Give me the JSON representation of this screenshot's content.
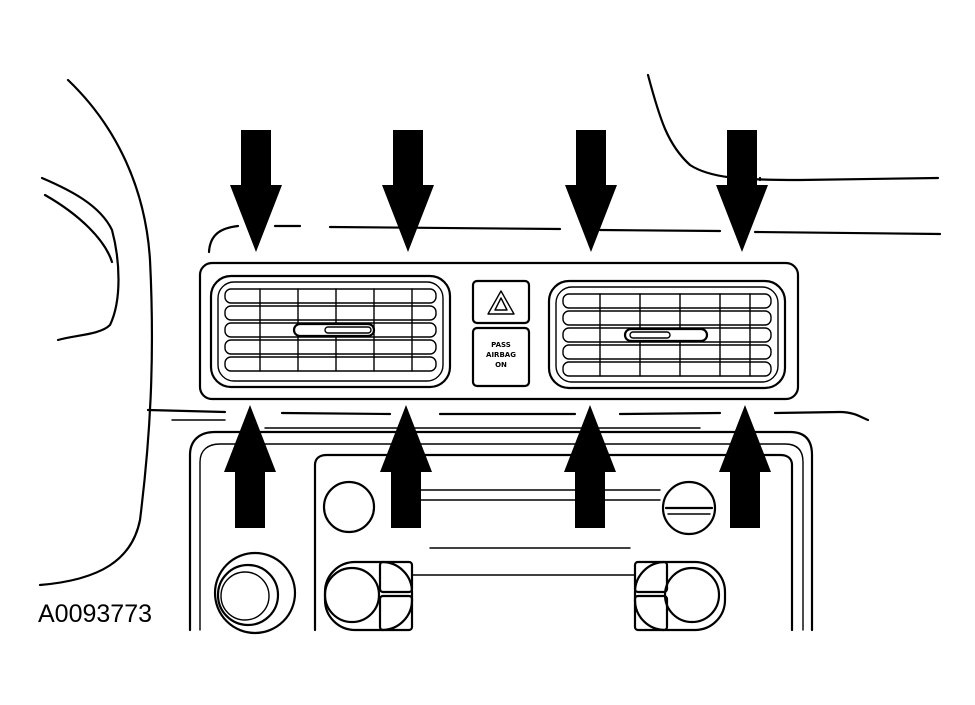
{
  "figure_id": "A0093773",
  "airbag_indicator": {
    "line1": "PASS",
    "line2": "AIRBAG",
    "line3": "ON"
  },
  "arrows_top_count": 4,
  "arrows_bottom_count": 4,
  "icons": [
    "hazard-triangle-icon",
    "down-arrow-icon",
    "up-arrow-icon",
    "knob-icon"
  ]
}
